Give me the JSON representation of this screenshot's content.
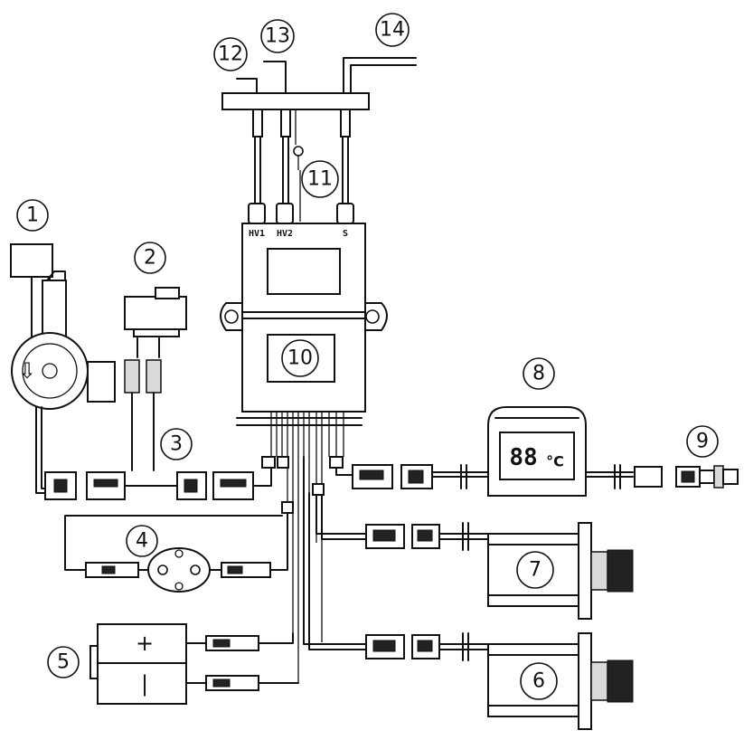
{
  "callouts": {
    "c1": "1",
    "c2": "2",
    "c3": "3",
    "c4": "4",
    "c5": "5",
    "c6": "6",
    "c7": "7",
    "c8": "8",
    "c9": "9",
    "c10": "10",
    "c11": "11",
    "c12": "12",
    "c13": "13",
    "c14": "14"
  },
  "terminals": {
    "hv1": "HV1",
    "hv2": "HV2",
    "s": "S"
  },
  "battery": {
    "plus": "+",
    "minus": "|"
  },
  "display": {
    "readout": "88",
    "unit": "°C"
  }
}
